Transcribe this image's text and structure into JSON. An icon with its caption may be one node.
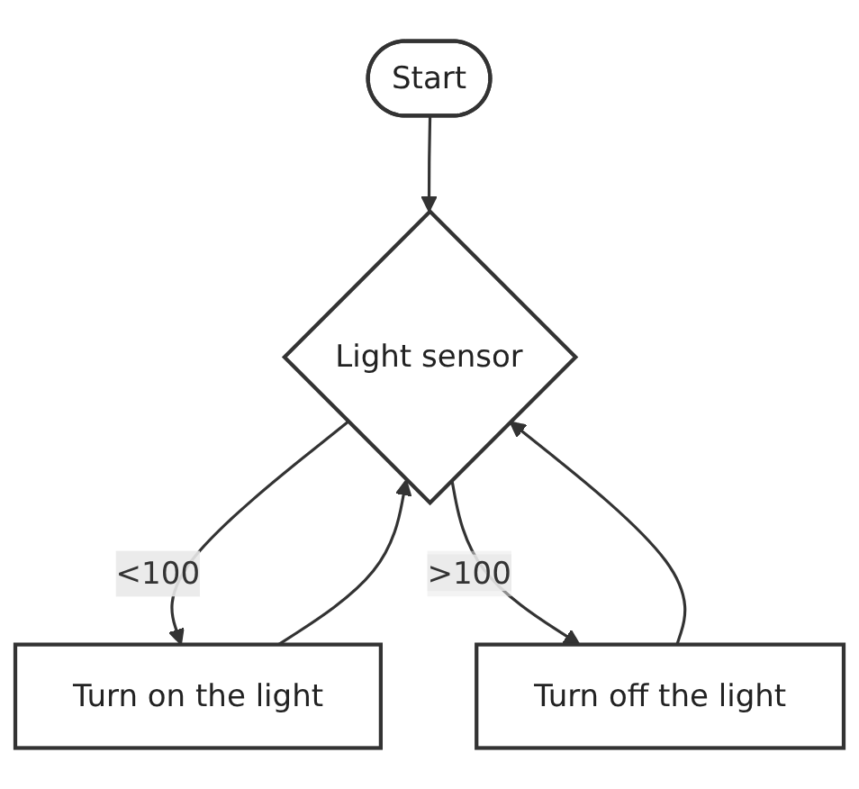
{
  "diagram": {
    "nodes": [
      {
        "text": [
          "Start"
        ]
      },
      {
        "text": [
          "Light sensor"
        ]
      },
      {
        "text": [
          "Turn on the light"
        ]
      },
      {
        "text": [
          "Turn off the light"
        ]
      }
    ],
    "edges": [
      {
        "from": 0,
        "to": 1,
        "arrow": "to"
      },
      {
        "from": 1,
        "to": 2,
        "label": "<100",
        "arrow": "to"
      },
      {
        "from": 1,
        "to": 3,
        "label": ">100",
        "arrow": "to"
      },
      {
        "from": 2,
        "to": 1,
        "arrow": "to"
      },
      {
        "from": 3,
        "to": 1,
        "arrow": "to"
      }
    ]
  }
}
